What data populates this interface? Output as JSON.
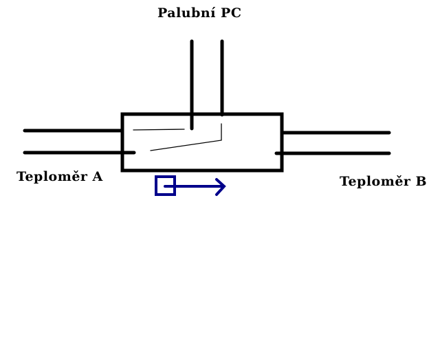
{
  "labels": {
    "top": "Palubní PC",
    "left": "Teploměr A",
    "right": "Teploměr B"
  },
  "colors": {
    "line": "#000000",
    "indicator": "#00008b"
  }
}
